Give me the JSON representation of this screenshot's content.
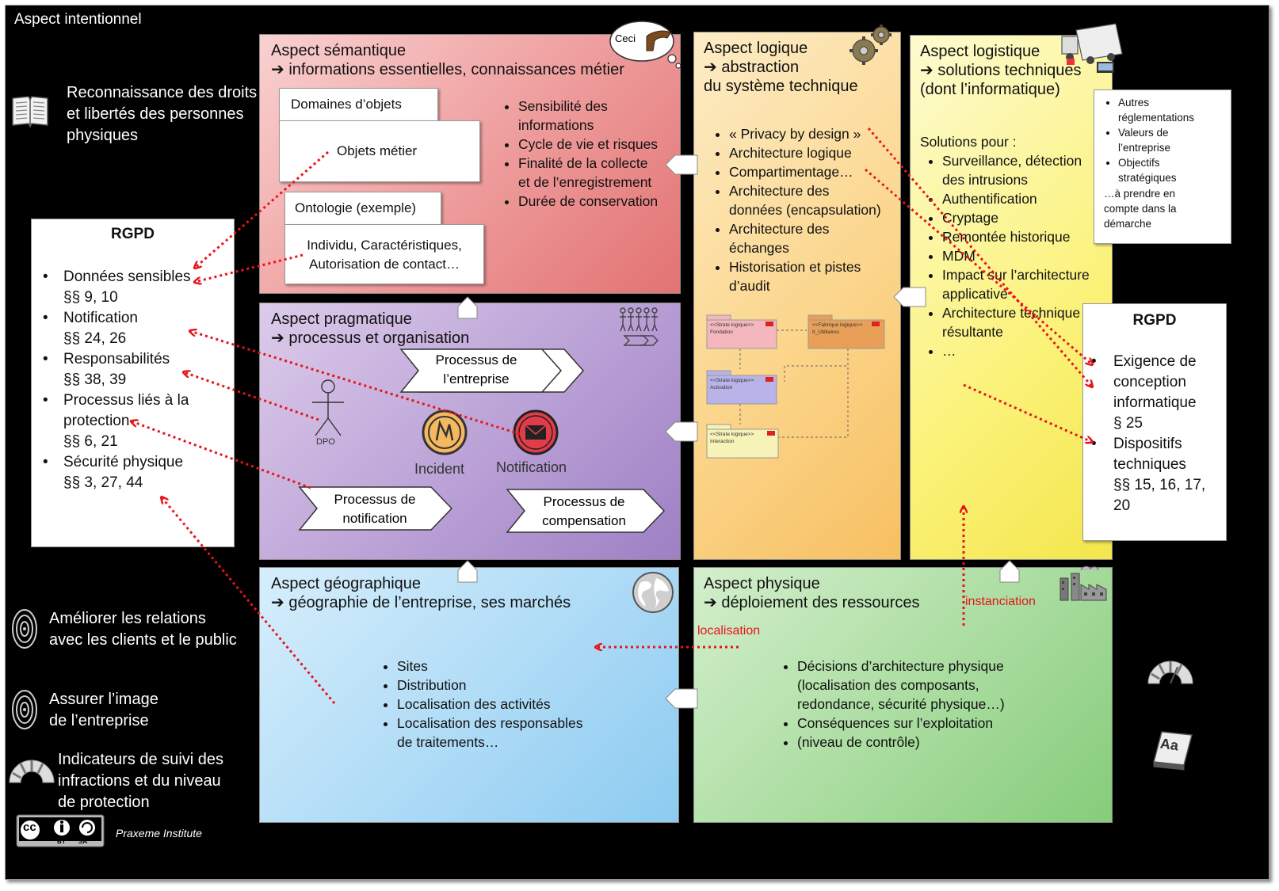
{
  "frame_title": "Aspect intentionnel",
  "left_statements": {
    "rights": "Reconnaissance des droits\net libertés des personnes\nphysiques",
    "relations": "Améliorer les relations\navec les clients et le public",
    "image": "Assurer l’image\nde l’entreprise",
    "indicators": "Indicateurs de suivi des\ninfractions et du niveau\nde protection"
  },
  "rgpd_left": {
    "title": "RGPD",
    "items": [
      {
        "label": "Données sensibles",
        "ref": "§§ 9, 10"
      },
      {
        "label": "Notification",
        "ref": "§§ 24, 26"
      },
      {
        "label": "Responsabilités",
        "ref": "§§ 38, 39"
      },
      {
        "label": "Processus liés à la\nprotection",
        "ref": "§§ 6, 21"
      },
      {
        "label": "Sécurité physique",
        "ref": "§§ 3, 27, 44"
      }
    ]
  },
  "semantique": {
    "title": "Aspect sémantique",
    "subtitle": "➔ informations essentielles, connaissances métier",
    "bubble": "Ceci",
    "domaines": "Domaines d’objets",
    "objets": "Objets métier",
    "ontologie": "Ontologie (exemple)",
    "ontologie_content": "Individu, Caractéristiques,\nAutorisation de contact…",
    "bullets": [
      "Sensibilité des\ninformations",
      "Cycle de vie et risques",
      "Finalité de la collecte\net de l’enregistrement",
      "Durée de conservation"
    ]
  },
  "pragmatique": {
    "title": "Aspect pragmatique",
    "subtitle": "➔ processus et organisation",
    "processus_entreprise": "Processus de\nl’entreprise",
    "dpo": "DPO",
    "incident": "Incident",
    "notification": "Notification",
    "processus_notification": "Processus de\nnotification",
    "processus_compensation": "Processus de\ncompensation"
  },
  "logique": {
    "title": "Aspect logique",
    "subtitle": "➔ abstraction\ndu système technique",
    "bullets": [
      "« Privacy by design »",
      "Architecture logique",
      "Compartimentage…",
      "Architecture des\ndonnées (encapsulation)",
      "Architecture des\néchanges",
      "Historisation et pistes\nd’audit"
    ],
    "uml": [
      "<<Strate logique>>\nFondation",
      "<<Fabrique logique>>\nIt_Utilitaires",
      "<<Strate logique>>\nActivation",
      "<<Strate logique>>\nInteraction"
    ]
  },
  "logistique": {
    "title": "Aspect logistique",
    "subtitle": "➔ solutions techniques\n(dont l’informatique)",
    "solutions_heading": "Solutions pour :",
    "bullets": [
      "Surveillance, détection\ndes intrusions",
      "Authentification",
      "Cryptage",
      "Remontée historique",
      "MDM",
      "Impact sur l’architecture\napplicative",
      "Architecture technique\nrésultante",
      "…"
    ]
  },
  "autres_box": {
    "bullets": [
      "Autres\nréglementations",
      "Valeurs de\nl’entreprise",
      "Objectifs\nstratégiques"
    ],
    "footer": "…à prendre en\ncompte dans la\ndémarche"
  },
  "rgpd_right": {
    "title": "RGPD",
    "items": [
      {
        "label": "Exigence de\nconception\ninformatique\n§ 25"
      },
      {
        "label": "Dispositifs\ntechniques\n§§ 15, 16, 17,\n20"
      }
    ]
  },
  "geographique": {
    "title": "Aspect géographique",
    "subtitle": "➔ géographie de l’entreprise, ses marchés",
    "bullets": [
      "Sites",
      "Distribution",
      "Localisation des activités",
      "Localisation des responsables\nde traitements…"
    ]
  },
  "physique": {
    "title": "Aspect physique",
    "subtitle": "➔ déploiement des ressources",
    "bullets": [
      "Décisions d’architecture physique\n(localisation des composants,\nredondance, sécurité physique…)",
      "Conséquences sur l’exploitation",
      "(niveau de contrôle)"
    ]
  },
  "arrow_labels": {
    "localisation": "localisation",
    "instanciation": "instanciation"
  },
  "footer": {
    "license_cc": "cc",
    "license_by": "BY",
    "license_sa": "SA",
    "credit": "Praxeme Institute",
    "book_label": "Aa"
  },
  "colors": {
    "arrow_red": "#e8141b",
    "semantique": "#e98a8a",
    "pragmatique": "#b49ad2",
    "logique": "#fbd58a",
    "logistique": "#fbf27a",
    "geographique": "#a9d8f5",
    "physique": "#a4d99a"
  }
}
